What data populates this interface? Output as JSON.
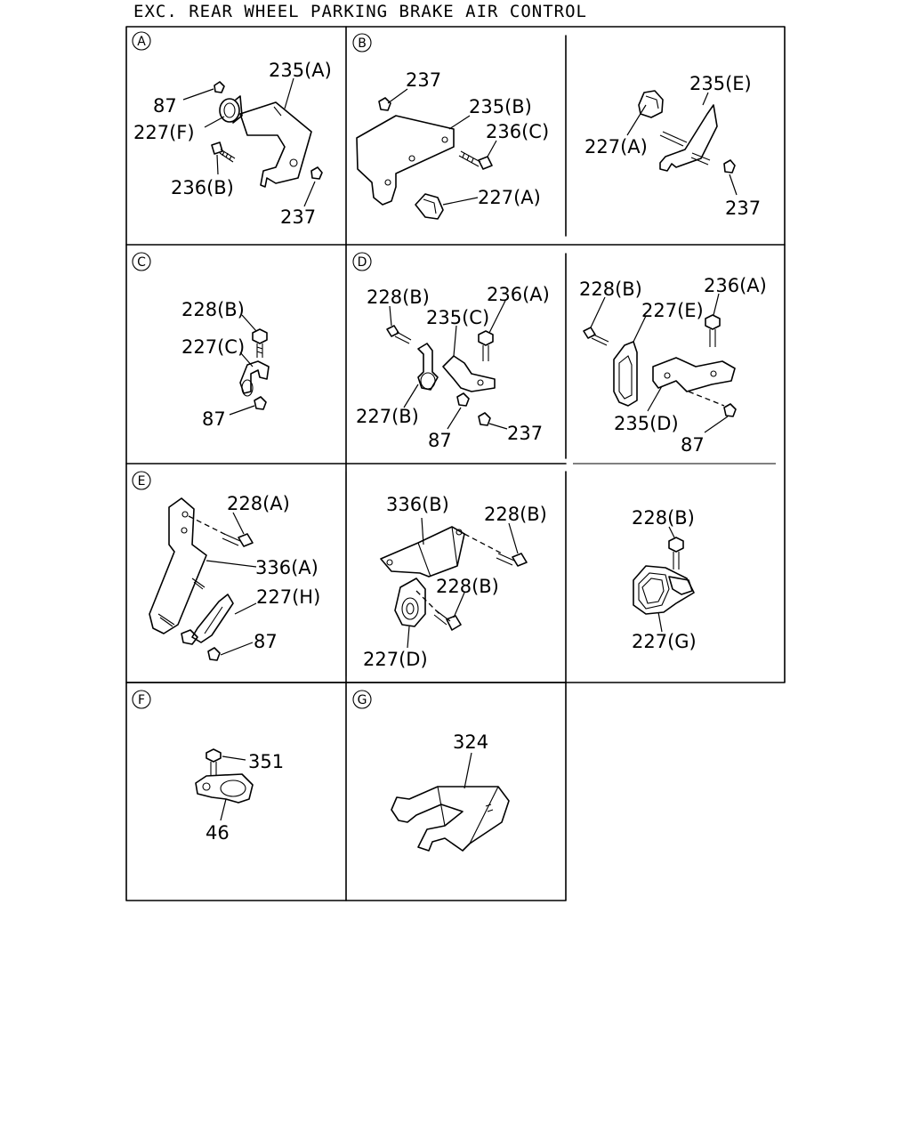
{
  "title": "EXC. REAR WHEEL PARKING BRAKE AIR CONTROL",
  "panels": {
    "A": {
      "letter": "A",
      "labels": [
        "235(A)",
        "87",
        "227(F)",
        "236(B)",
        "237"
      ]
    },
    "B": {
      "letter": "B",
      "labels": [
        "237",
        "235(B)",
        "236(C)",
        "227(A)"
      ]
    },
    "B2": {
      "labels": [
        "235(E)",
        "227(A)",
        "237"
      ]
    },
    "C": {
      "letter": "C",
      "labels": [
        "228(B)",
        "227(C)",
        "87"
      ]
    },
    "D": {
      "letter": "D",
      "labels": [
        "228(B)",
        "236(A)",
        "235(C)",
        "227(B)",
        "87",
        "237"
      ]
    },
    "D2": {
      "labels": [
        "228(B)",
        "236(A)",
        "227(E)",
        "235(D)",
        "87"
      ]
    },
    "E": {
      "letter": "E",
      "labels": [
        "228(A)",
        "336(A)",
        "227(H)",
        "87"
      ]
    },
    "E2": {
      "labels": [
        "336(B)",
        "228(B)",
        "228(B)",
        "227(D)"
      ]
    },
    "E3": {
      "labels": [
        "228(B)",
        "227(G)"
      ]
    },
    "F": {
      "letter": "F",
      "labels": [
        "351",
        "46"
      ]
    },
    "G": {
      "letter": "G",
      "labels": [
        "324"
      ]
    }
  }
}
